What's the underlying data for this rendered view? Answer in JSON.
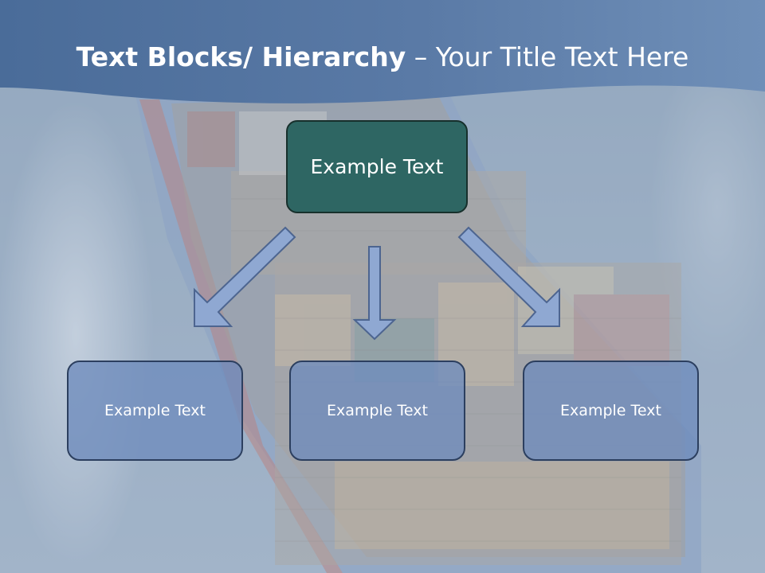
{
  "title": {
    "bold": "Text Blocks/ Hierarchy",
    "separator": " – ",
    "regular": "Your Title Text Here"
  },
  "diagram": {
    "top": {
      "label": "Example Text"
    },
    "children": [
      {
        "label": "Example Text"
      },
      {
        "label": "Example Text"
      },
      {
        "label": "Example Text"
      }
    ]
  },
  "colors": {
    "banner": "#4f6f9a",
    "top_box": "#2e6663",
    "child_box": "#6e8cbc",
    "arrow_fill": "#8fa8d2",
    "arrow_stroke": "#4d6590"
  }
}
